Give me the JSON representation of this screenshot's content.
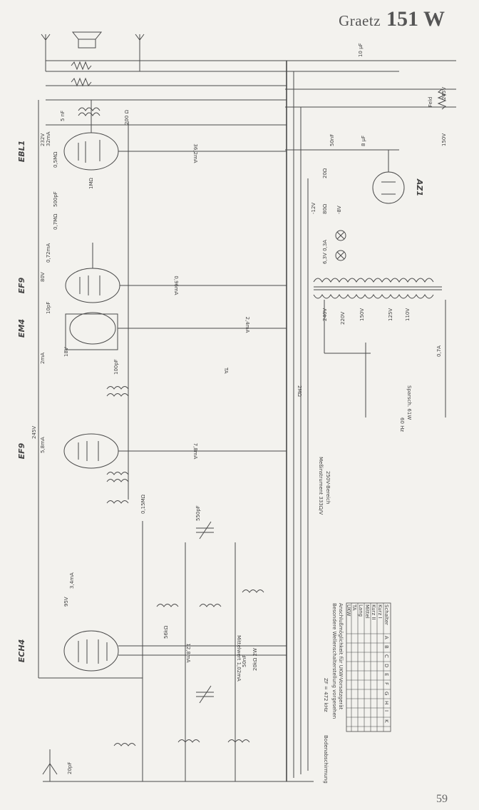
{
  "title": {
    "brand": "Graetz",
    "model": "151 W"
  },
  "page_number": "59",
  "tubes": [
    {
      "name": "EBL1",
      "current": "36,2mA",
      "anode_voltage": "232V",
      "screen_current": "32mA"
    },
    {
      "name": "EF9",
      "current": "0,96mA",
      "anode_voltage": "80V",
      "screen_current": "0,72mA"
    },
    {
      "name": "EM4",
      "current": "2,4mA",
      "anode_voltage": "18V",
      "screen_current": "2mA"
    },
    {
      "name": "EF9",
      "current": "7,8mA",
      "anode_voltage": "245V",
      "screen_current": "5,8mA"
    },
    {
      "name": "ECH4",
      "current": "12,8mA",
      "anode_voltage": "95V",
      "screen_current": "3,4mA"
    }
  ],
  "rectifier": {
    "name": "AZ1"
  },
  "supply": {
    "feld": "Feld",
    "v245": "245V",
    "v150": "150V",
    "cap10": "10 µF",
    "cap8": "8 µF",
    "cap50n": "50nF",
    "r20": "20Ω",
    "r80": "80Ω",
    "neg12": "-12V",
    "neg8": "-8V",
    "heater": "6,3V 0,3A",
    "fuse": "0,7A",
    "mains_taps": [
      "240V",
      "220V",
      "150V",
      "125V",
      "110V"
    ],
    "mains": "60 Hz",
    "mains_note": "Sparsch. 61W"
  },
  "notes": {
    "meter": "Meßinstrument 333Ω/V",
    "meter_range": "250V-Bereich",
    "oscillator": "Mittelwert 1,02mA",
    "if": "ZF = 472 kHz",
    "bottom": "Bodenabschirmung"
  },
  "switch_table": {
    "header": [
      "Schalter",
      "A",
      "B",
      "C",
      "D",
      "E",
      "F",
      "G",
      "H",
      "I",
      "K"
    ],
    "rows": [
      "Kurz I",
      "Kurz II",
      "Mittel",
      "Lang",
      "TA",
      "UKW"
    ],
    "note1": "Anschlußmöglichkeit für UKW-Vorsatzgerät",
    "note2": "Besondere Wellenschalterstellung vorgesehen"
  },
  "components": {
    "c5nf": "5 nF",
    "r200": "200 Ω",
    "r1m": "1MΩ",
    "r05m": "0,5MΩ",
    "r07m": "0,7MΩ",
    "c500pf": "500pF",
    "c10pf": "10pF",
    "r2m": "2MΩ",
    "r015m": "0,15MΩ",
    "c100pf": "100pF",
    "c550pf": "550pF",
    "r56k": "56kΩ",
    "r20k": "20kΩ 2W",
    "c50nf": "50nF",
    "ta": "TA",
    "c20pf": "20pF"
  }
}
